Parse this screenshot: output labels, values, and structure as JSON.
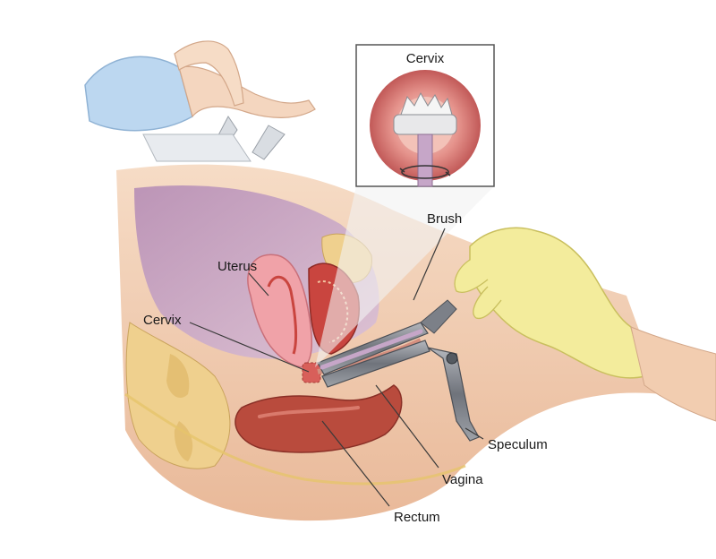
{
  "labels": {
    "inset_title": "Cervix",
    "brush": "Brush",
    "uterus": "Uterus",
    "cervix": "Cervix",
    "speculum": "Speculum",
    "vagina": "Vagina",
    "rectum": "Rectum"
  },
  "icons": {
    "inset": "magnified-cervix-icon",
    "patient": "patient-on-exam-table-icon",
    "hand": "gloved-hand-icon",
    "speculum": "speculum-icon",
    "brush": "cervical-brush-icon"
  },
  "colors": {
    "skin": "#f3d2b8",
    "skin_shadow": "#e7b79a",
    "tissue_pink": "#e9a9a4",
    "uterus_pink": "#f0a2a8",
    "uterus_inner": "#c9453f",
    "rectum": "#b94b3d",
    "pelvic_purple": "#c9a6c4",
    "bone": "#f0d79a",
    "glove": "#f3ec9c",
    "metal": "#8c8f96",
    "drape": "#bcd7f0",
    "leader": "#3a3a3a"
  }
}
